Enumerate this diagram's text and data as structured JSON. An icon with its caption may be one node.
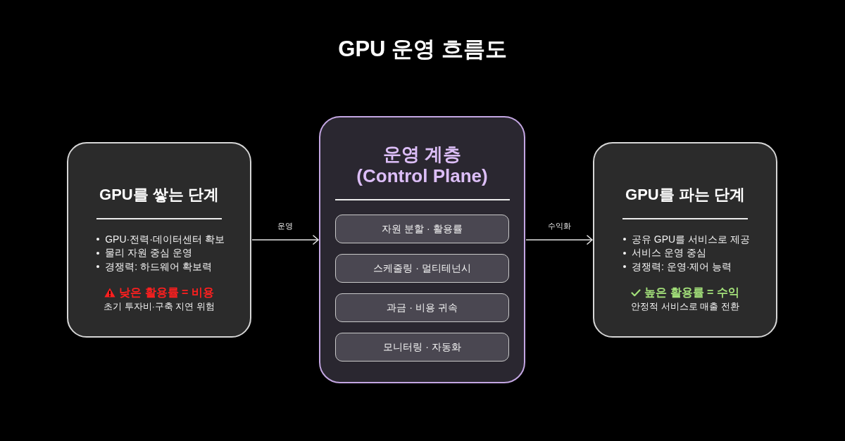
{
  "diagram": {
    "title": "GPU 운영 흐름도",
    "nodes": [
      {
        "text": [
          "GPU를 쌓는 단계",
          "GPU·전력·데이터센터 확보",
          "물리 자원 중심 운영",
          "경쟁력: 하드웨어 확보력",
          "낮은 활용률 = 비용",
          "초기 투자비·구축 지연 위험"
        ]
      },
      {
        "text": [
          "운영 계층 (Control Plane)"
        ]
      },
      {
        "text": [
          "자원 분할 · 활용률"
        ],
        "in": 1
      },
      {
        "text": [
          "스케줄링 · 멀티테넌시"
        ],
        "in": 1
      },
      {
        "text": [
          "과금 · 비용 귀속"
        ],
        "in": 1
      },
      {
        "text": [
          "모니터링 · 자동화"
        ],
        "in": 1
      },
      {
        "text": [
          "GPU를 파는 단계",
          "공유 GPU를 서비스로 제공",
          "서비스 운영 중심",
          "경쟁력: 운영·제어 능력",
          "높은 활용률 = 수익",
          "안정적 서비스로 매출 전환"
        ]
      }
    ],
    "edges": [
      {
        "from": 0,
        "to": 1,
        "arrow": "to",
        "label": "운영"
      },
      {
        "from": 1,
        "to": 6,
        "arrow": "to",
        "label": "수익화"
      }
    ]
  }
}
